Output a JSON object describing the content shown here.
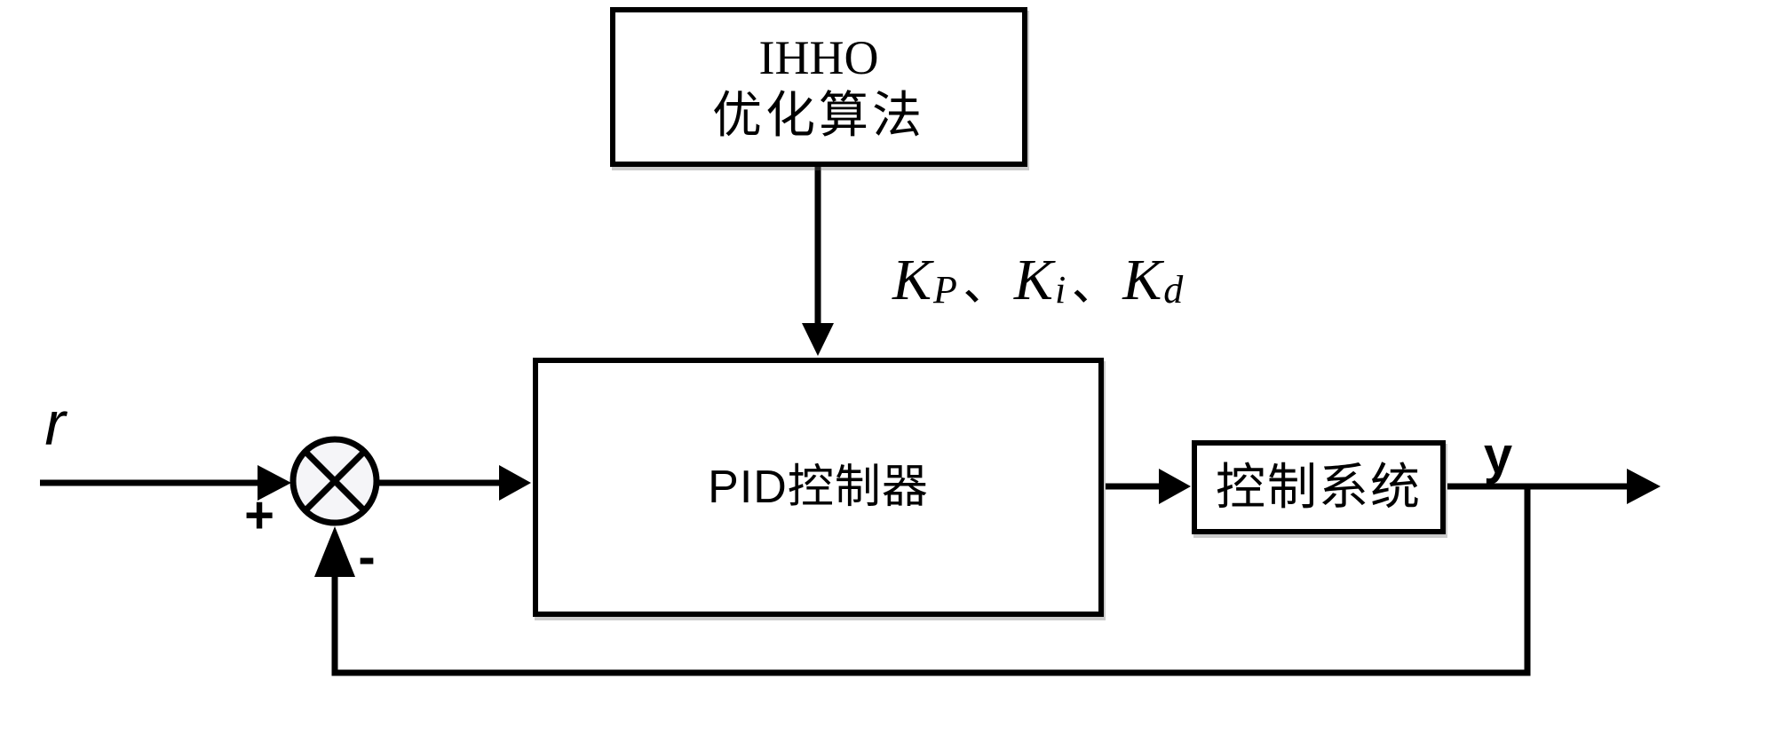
{
  "blocks": {
    "optimizer": {
      "line1": "IHHO",
      "line2": "优化算法"
    },
    "pid": {
      "label": "PID控制器"
    },
    "plant": {
      "label": "控制系统"
    }
  },
  "signals": {
    "reference": "r",
    "output": "y",
    "plus": "+",
    "minus": "-"
  },
  "gains": {
    "k1": {
      "base": "K",
      "sub": "P"
    },
    "sep1": "、",
    "k2": {
      "base": "K",
      "sub": "i"
    },
    "sep2": "、",
    "k3": {
      "base": "K",
      "sub": "d"
    }
  },
  "colors": {
    "stroke": "#000000",
    "background": "#ffffff",
    "box_fill": "#ffffff",
    "junction_fill": "#f5f5f8"
  }
}
